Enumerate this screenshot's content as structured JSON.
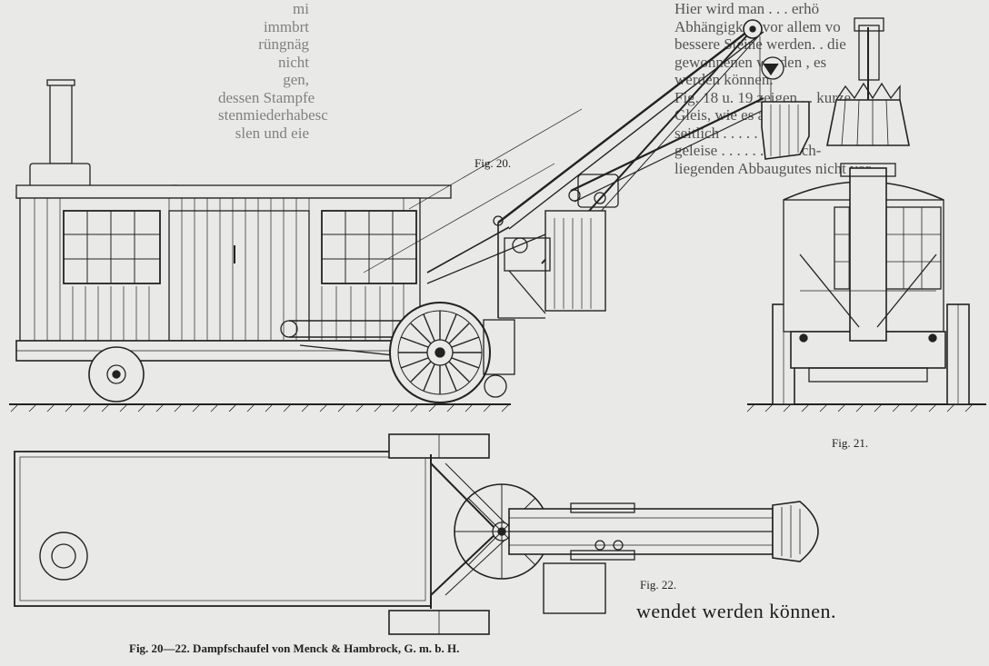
{
  "bleed_text_right": [
    "Hier wird man . . . erhö",
    "Abhängigkeit vor allem vo",
    "bessere Steine werden. . die",
    "gewonnenen werden , es",
    "werden können.",
    "Fig. 18 u. 19 zeigen . . kurze",
    "Gleis, wie es auch bei",
    "seitlich . . . . . . dur",
    "geleise . . . . . . en hoch-",
    "liegenden Abbaugutes nicht vor."
  ],
  "bleed_text_left": [
    "mi",
    "",
    "",
    "immbrt",
    "rüngnäg",
    "nicht",
    "gen,",
    "dessen Stampfe",
    "stenmiederhabesc",
    "slen und eie"
  ],
  "figure_labels": {
    "fig20": "Fig. 20.",
    "fig21": "Fig. 21.",
    "fig22": "Fig. 22."
  },
  "caption": "Fig. 20—22. Dampfschaufel von Menck & Hambrock, G. m. b. H.",
  "body_text": "wendet werden können.",
  "colors": {
    "paper": "#e9e9e7",
    "ink": "#1f1f1f"
  }
}
